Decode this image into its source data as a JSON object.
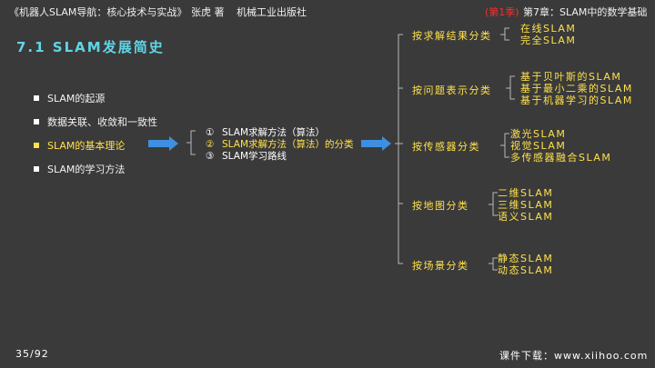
{
  "header": {
    "book": "《机器人SLAM导航：核心技术与实战》",
    "author": "张虎 著",
    "publisher": "机械工业出版社",
    "season": "(第1季)",
    "chapter": "第7章：SLAM中的数学基础"
  },
  "slide": {
    "title": "7.1 SLAM发展简史"
  },
  "menu": [
    {
      "label": "SLAM的起源",
      "active": false
    },
    {
      "label": "数据关联、收敛和一致性",
      "active": false
    },
    {
      "label": "SLAM的基本理论",
      "active": true
    },
    {
      "label": "SLAM的学习方法",
      "active": false
    }
  ],
  "submenu": [
    {
      "num": "①",
      "label": "SLAM求解方法（算法）",
      "active": false
    },
    {
      "num": "②",
      "label": "SLAM求解方法（算法）的分类",
      "active": true
    },
    {
      "num": "③",
      "label": "SLAM学习路线",
      "active": false
    }
  ],
  "categories": [
    {
      "label": "按求解结果分类",
      "items": [
        "在线SLAM",
        "完全SLAM"
      ]
    },
    {
      "label": "按问题表示分类",
      "items": [
        "基于贝叶斯的SLAM",
        "基于最小二乘的SLAM",
        "基于机器学习的SLAM"
      ]
    },
    {
      "label": "按传感器分类",
      "items": [
        "激光SLAM",
        "视觉SLAM",
        "多传感器融合SLAM"
      ]
    },
    {
      "label": "按地图分类",
      "items": [
        "二维SLAM",
        "三维SLAM",
        "语义SLAM"
      ]
    },
    {
      "label": "按场景分类",
      "items": [
        "静态SLAM",
        "动态SLAM"
      ]
    }
  ],
  "footer": {
    "page": "35/92",
    "download": "课件下载：www.xiihoo.com"
  },
  "colors": {
    "background": "#3a3a3a",
    "title": "#5fd6e6",
    "highlight": "#ffe14a",
    "arrow": "#3f8fe0",
    "season": "#ff2a2a"
  }
}
